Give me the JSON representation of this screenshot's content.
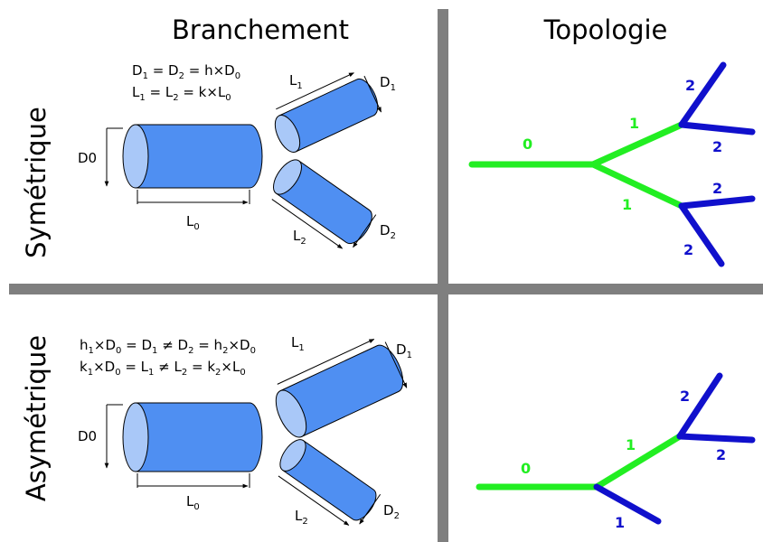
{
  "headers": {
    "branching": "Branchement",
    "topology": "Topologie",
    "symmetric": "Symétrique",
    "asymmetric": "Asymétrique"
  },
  "symmetric": {
    "formula_line1": [
      {
        "t": "D"
      },
      {
        "t": "1",
        "sub": true
      },
      {
        "t": " = D"
      },
      {
        "t": "2",
        "sub": true
      },
      {
        "t": " = h×D"
      },
      {
        "t": "0",
        "sub": true
      }
    ],
    "formula_line2": [
      {
        "t": "L"
      },
      {
        "t": "1",
        "sub": true
      },
      {
        "t": " = L"
      },
      {
        "t": "2",
        "sub": true
      },
      {
        "t": " = k×L"
      },
      {
        "t": "0",
        "sub": true
      }
    ],
    "d0": "D0",
    "l0": [
      {
        "t": "L"
      },
      {
        "t": "0",
        "sub": true
      }
    ],
    "l1": [
      {
        "t": "L"
      },
      {
        "t": "1",
        "sub": true
      }
    ],
    "d1": [
      {
        "t": "D"
      },
      {
        "t": "1",
        "sub": true
      }
    ],
    "l2": [
      {
        "t": "L"
      },
      {
        "t": "2",
        "sub": true
      }
    ],
    "d2": [
      {
        "t": "D"
      },
      {
        "t": "2",
        "sub": true
      }
    ],
    "orders": {
      "trunk": "0",
      "upper_branch": "1",
      "lower_branch": "1",
      "tip_a": "2",
      "tip_b": "2",
      "tip_c": "2",
      "tip_d": "2"
    }
  },
  "asymmetric": {
    "formula_line1": [
      {
        "t": "h"
      },
      {
        "t": "1",
        "sub": true
      },
      {
        "t": "×D"
      },
      {
        "t": "0",
        "sub": true
      },
      {
        "t": " = D"
      },
      {
        "t": "1",
        "sub": true
      },
      {
        "t": " ≠ D"
      },
      {
        "t": "2",
        "sub": true
      },
      {
        "t": " = h"
      },
      {
        "t": "2",
        "sub": true
      },
      {
        "t": "×D"
      },
      {
        "t": "0",
        "sub": true
      }
    ],
    "formula_line2": [
      {
        "t": "k"
      },
      {
        "t": "1",
        "sub": true
      },
      {
        "t": "×D"
      },
      {
        "t": "0",
        "sub": true
      },
      {
        "t": " = L"
      },
      {
        "t": "1",
        "sub": true
      },
      {
        "t": " ≠ L"
      },
      {
        "t": "2",
        "sub": true
      },
      {
        "t": " = k"
      },
      {
        "t": "2",
        "sub": true
      },
      {
        "t": "×L"
      },
      {
        "t": "0",
        "sub": true
      }
    ],
    "d0": "D0",
    "l0": [
      {
        "t": "L"
      },
      {
        "t": "0",
        "sub": true
      }
    ],
    "l1": [
      {
        "t": "L"
      },
      {
        "t": "1",
        "sub": true
      }
    ],
    "d1": [
      {
        "t": "D"
      },
      {
        "t": "1",
        "sub": true
      }
    ],
    "l2": [
      {
        "t": "L"
      },
      {
        "t": "2",
        "sub": true
      }
    ],
    "d2": [
      {
        "t": "D"
      },
      {
        "t": "2",
        "sub": true
      }
    ],
    "orders": {
      "trunk": "0",
      "upper_branch": "1",
      "lower_branch": "1",
      "tip_a": "2",
      "tip_b": "2"
    }
  },
  "colors": {
    "divider": "#7f7f7f",
    "cylinder_body": "#4f8ff2",
    "cylinder_end": "#a9c8f8",
    "order0_and_1": "#22ee22",
    "order2": "#1010cc"
  }
}
